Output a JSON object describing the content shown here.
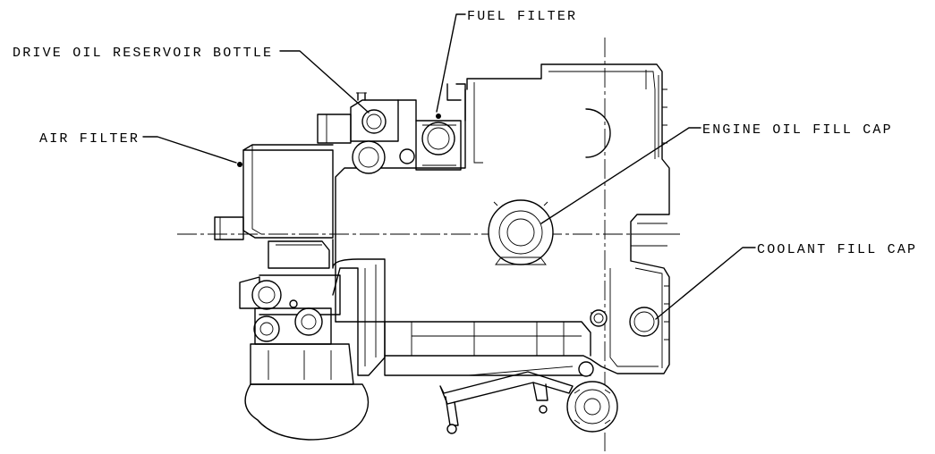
{
  "labels": {
    "fuel_filter": "FUEL FILTER",
    "drive_oil_reservoir_bottle": "DRIVE OIL RESERVOIR BOTTLE",
    "air_filter": "AIR FILTER",
    "engine_oil_fill_cap": "ENGINE OIL FILL CAP",
    "coolant_fill_cap": "COOLANT FILL CAP"
  },
  "colors": {
    "line": "#000000",
    "background": "#ffffff"
  }
}
